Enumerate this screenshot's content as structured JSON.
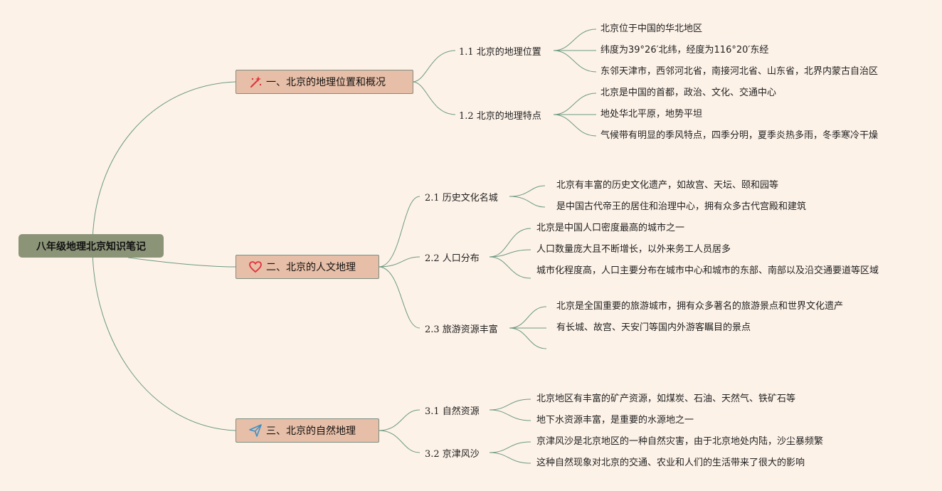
{
  "root": {
    "label": "八年级地理北京知识笔记"
  },
  "branches": [
    {
      "label": "一、北京的地理位置和概况",
      "icon": "sparkle-wand-icon",
      "topics": [
        {
          "label": "1.1 北京的地理位置",
          "items": [
            "北京位于中国的华北地区",
            "纬度为39°26′北纬，经度为116°20′东经",
            "东邻天津市，西邻河北省，南接河北省、山东省，北界内蒙古自治区"
          ]
        },
        {
          "label": "1.2 北京的地理特点",
          "items": [
            "北京是中国的首都，政治、文化、交通中心",
            "地处华北平原，地势平坦",
            "气候带有明显的季风特点，四季分明，夏季炎热多雨，冬季寒冷干燥"
          ]
        }
      ]
    },
    {
      "label": "二、北京的人文地理",
      "icon": "heart-icon",
      "topics": [
        {
          "label": "2.1 历史文化名城",
          "items": [
            "北京有丰富的历史文化遗产，如故宫、天坛、颐和园等",
            "是中国古代帝王的居住和治理中心，拥有众多古代宫殿和建筑"
          ]
        },
        {
          "label": "2.2 人口分布",
          "items": [
            "北京是中国人口密度最高的城市之一",
            "人口数量庞大且不断增长，以外来务工人员居多",
            "城市化程度高，人口主要分布在城市中心和城市的东部、南部以及沿交通要道等区域"
          ]
        },
        {
          "label": "2.3 旅游资源丰富",
          "items": [
            "北京是全国重要的旅游城市，拥有众多著名的旅游景点和世界文化遗产",
            "有长城、故宫、天安门等国内外游客瞩目的景点",
            ""
          ]
        }
      ]
    },
    {
      "label": "三、北京的自然地理",
      "icon": "paper-plane-icon",
      "topics": [
        {
          "label": "3.1 自然资源",
          "items": [
            "北京地区有丰富的矿产资源，如煤炭、石油、天然气、铁矿石等",
            "地下水资源丰富，是重要的水源地之一"
          ]
        },
        {
          "label": "3.2 京津风沙",
          "items": [
            "京津风沙是北京地区的一种自然灾害，由于北京地处内陆，沙尘暴频繁",
            "这种自然现象对北京的交通、农业和人们的生活带来了很大的影响"
          ]
        }
      ]
    }
  ],
  "colors": {
    "background": "#fdf2e8",
    "root_fill": "#8c9478",
    "branch_fill": "#e7bea7",
    "connector": "#6c9a83",
    "icon_red": "#e0343c",
    "icon_blue": "#3f8fc4"
  }
}
